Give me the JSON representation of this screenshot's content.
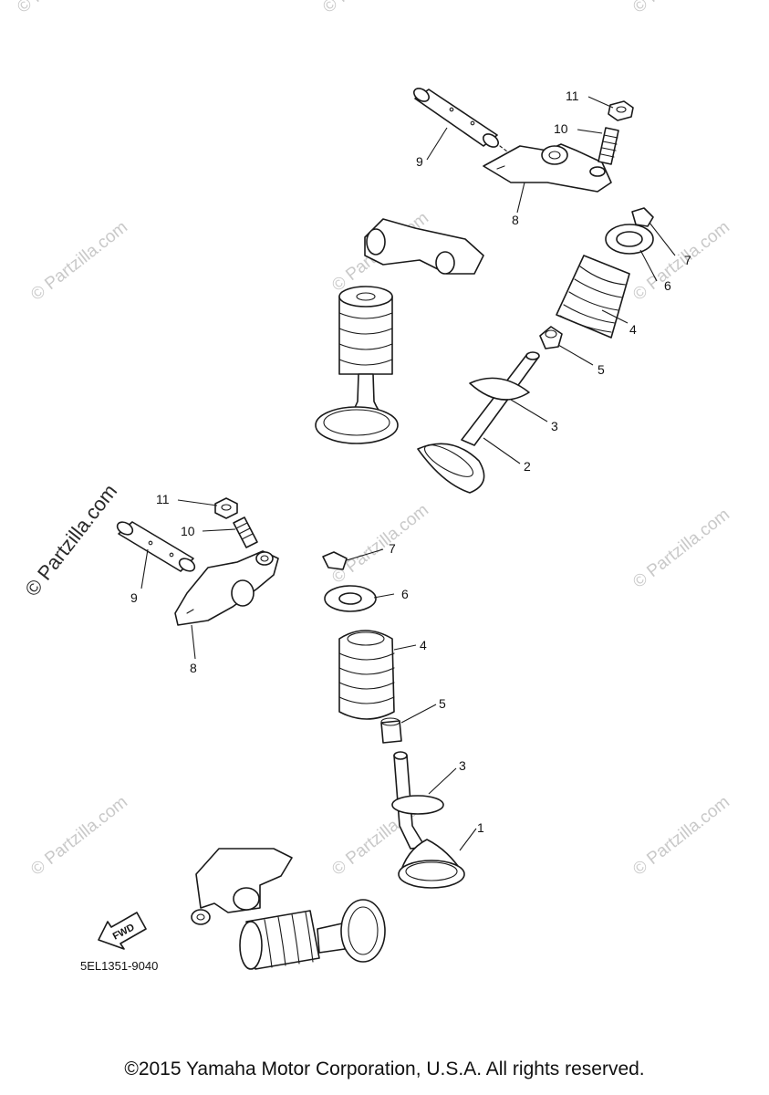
{
  "watermark": "© Partzilla.com",
  "callouts": {
    "upper": {
      "c1": "11",
      "c2": "10",
      "c3": "9",
      "c4": "8",
      "c5": "7",
      "c6": "6",
      "c7": "4",
      "c8": "5",
      "c9": "3",
      "c10": "2"
    },
    "lower": {
      "c1": "11",
      "c2": "10",
      "c3": "9",
      "c4": "8",
      "c5": "7",
      "c6": "6",
      "c7": "4",
      "c8": "5",
      "c9": "3",
      "c10": "1"
    }
  },
  "fwd_label": "FWD",
  "diagram_code": "5EL1351-9040",
  "copyright": "©2015 Yamaha Motor Corporation, U.S.A. All rights reserved."
}
